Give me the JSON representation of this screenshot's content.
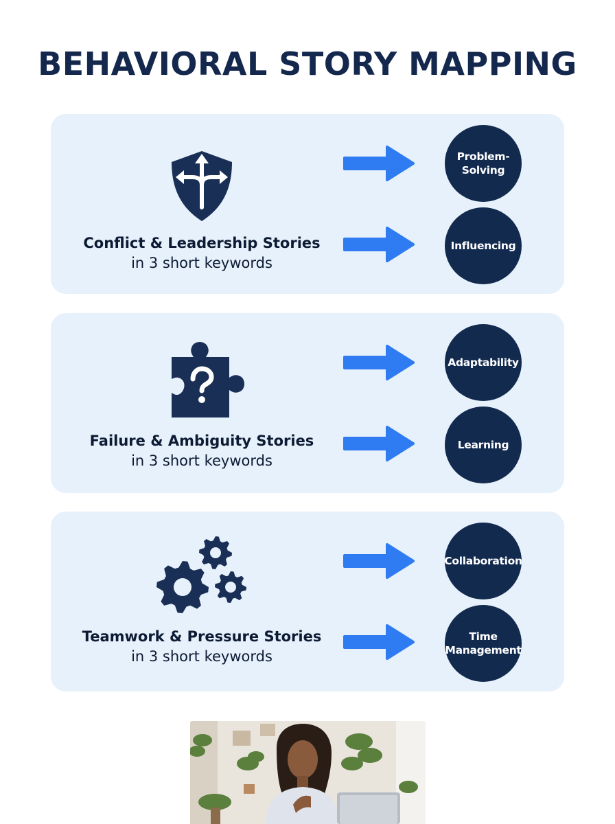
{
  "title": "BEHAVIORAL STORY MAPPING",
  "colors": {
    "title": "#14284d",
    "card_background": "#e7f1fb",
    "arrow": "#2f7bf2",
    "circle": "#132a4f",
    "icon": "#1a2f55"
  },
  "sections": [
    {
      "icon": "shield-split-arrows-icon",
      "heading": "Conflict & Leadership Stories",
      "subheading": "in 3 short keywords",
      "keywords": [
        {
          "line1": "Problem-",
          "line2": "Solving"
        },
        {
          "line1": "Influencing",
          "line2": ""
        }
      ]
    },
    {
      "icon": "puzzle-question-icon",
      "heading": "Failure & Ambiguity Stories",
      "subheading": "in 3 short keywords",
      "keywords": [
        {
          "line1": "Adaptability",
          "line2": ""
        },
        {
          "line1": "Learning",
          "line2": ""
        }
      ]
    },
    {
      "icon": "gears-icon",
      "heading": "Teamwork & Pressure Stories",
      "subheading": "in 3 short keywords",
      "keywords": [
        {
          "line1": "Collaboration",
          "line2": ""
        },
        {
          "line1": "Time",
          "line2": "Management"
        }
      ]
    }
  ],
  "photo": {
    "subject": "woman-at-laptop-photo"
  }
}
